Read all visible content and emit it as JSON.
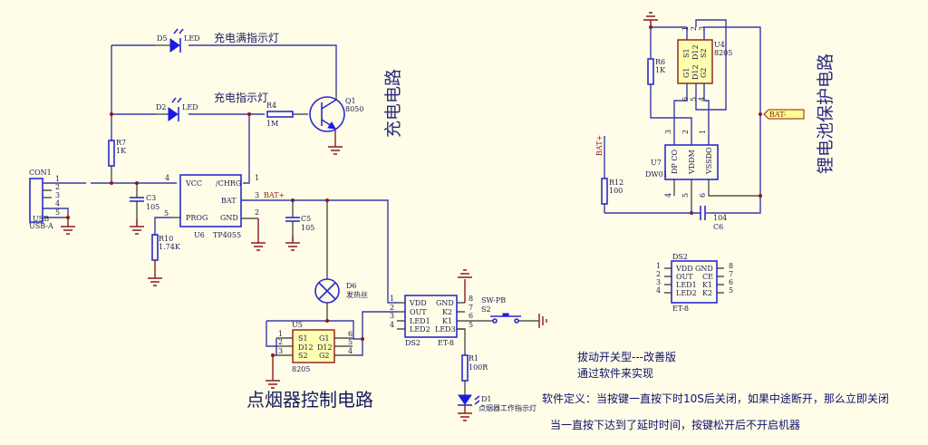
{
  "titles": {
    "charging_circuit": "充电电路",
    "lighter_control": "点烟器控制电路",
    "battery_protection": "锂电池保护电路"
  },
  "labels": {
    "full_indicator": "充电满指示灯",
    "charge_indicator": "充电指示灯"
  },
  "components": {
    "d5": {
      "ref": "D5",
      "value": "LED"
    },
    "d2": {
      "ref": "D2",
      "value": "LED"
    },
    "r4": {
      "ref": "R4",
      "value": "1M"
    },
    "q1": {
      "ref": "Q1",
      "value": "8050"
    },
    "r7": {
      "ref": "R7",
      "value": "1K"
    },
    "con1": {
      "ref": "CON1",
      "value": "USB-A",
      "inner": "USB",
      "pins": [
        "1",
        "2",
        "3",
        "4",
        "5"
      ]
    },
    "c3": {
      "ref": "C3",
      "value": "105"
    },
    "r10": {
      "ref": "R10",
      "value": "1.74K"
    },
    "u6": {
      "ref": "U6",
      "value": "TP4055",
      "pins": {
        "vcc": "VCC",
        "chrg": "/CHRG",
        "bat": "BAT",
        "prog": "PROG",
        "gnd": "GND"
      },
      "pin_numbers": {
        "vcc": "4",
        "chrg": "1",
        "bat": "3",
        "prog": "5",
        "gnd": "2"
      }
    },
    "c5": {
      "ref": "C5",
      "value": "105"
    },
    "bat_plus": "BAT+",
    "d6": {
      "ref": "D6",
      "value": "发热丝"
    },
    "u5": {
      "ref": "U5",
      "value": "8205",
      "left": [
        "S1",
        "D12",
        "S2"
      ],
      "right": [
        "G1",
        "D12",
        "G2"
      ],
      "lnums": [
        "1",
        "2",
        "3"
      ],
      "rnums": [
        "6",
        "5",
        "4"
      ]
    },
    "ds2": {
      "ref": "DS2",
      "value": "ET-8",
      "left": [
        "VDD",
        "OUT",
        "LED1",
        "LED2"
      ],
      "right": [
        "GND",
        "K2",
        "K1",
        "LED3"
      ],
      "lnums": [
        "1",
        "2",
        "3",
        "4"
      ],
      "rnums": [
        "8",
        "7",
        "6",
        "5"
      ]
    },
    "s2": {
      "ref": "S2",
      "value": "SW-PB"
    },
    "r1": {
      "ref": "R1",
      "value": "100R"
    },
    "d1": {
      "ref": "D1",
      "value": "点烟器工作指示灯"
    },
    "u4": {
      "ref": "U4",
      "value": "8205",
      "top": [
        "S1",
        "D12",
        "S2"
      ],
      "bottom": [
        "G1",
        "D12",
        "G2"
      ],
      "tnums": [
        "1",
        "2",
        "3"
      ],
      "bnums": [
        "6",
        "5",
        "4"
      ]
    },
    "r6": {
      "ref": "R6",
      "value": "1K"
    },
    "u7": {
      "ref": "U7",
      "value": "DW01",
      "pins": [
        "DP CO",
        "VDDM",
        "VSSDO"
      ],
      "tnums": [
        "3",
        "2",
        "1"
      ],
      "bnums": [
        "4",
        "5",
        "6"
      ]
    },
    "r12": {
      "ref": "R12",
      "value": "100"
    },
    "c6": {
      "ref": "C6",
      "value": "104"
    },
    "bat_minus": "BAT-",
    "ds2_ref": {
      "ref": "DS2",
      "value": "ET-8",
      "left": [
        "VDD",
        "OUT",
        "LED1",
        "LED2"
      ],
      "right": [
        "GND",
        "CE",
        "K1",
        "K2"
      ],
      "lnums": [
        "1",
        "2",
        "3",
        "4"
      ],
      "rnums": [
        "8",
        "7",
        "6",
        "5"
      ]
    }
  },
  "notes": [
    "拔动开关型---改善版",
    "通过软件来实现",
    "软件定义：当按键一直按下时10S后关闭，如果中途断开，那么立即关闭",
    "当一直按下达到了延时时间，按键松开后不开启机器"
  ]
}
